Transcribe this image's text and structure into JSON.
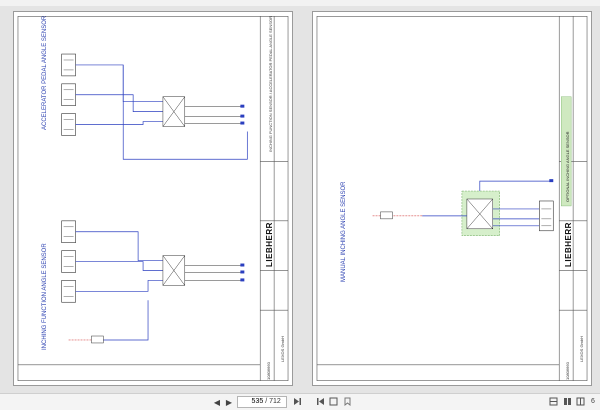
{
  "window": {
    "title": "LEXOS GmbH"
  },
  "left_page": {
    "section_top": "ACCELERATOR PEDAL ANGLE SENSOR",
    "section_bottom": "INCHING FUNCTION ANGLE SENSOR",
    "brand": "LIEBHERR",
    "company": "LEXOS GmbH",
    "sheet_title": "INCHING FUNCTION SENSOR / ACCELERATOR PEDAL ANGLE SENSOR",
    "doc_number": "10806660"
  },
  "right_page": {
    "section": "MANUAL INCHING ANGLE SENSOR",
    "highlight": "OPTIONAL INCHING ANGLE SENSOR",
    "brand": "LIEBHERR",
    "company": "LEXOS GmbH",
    "doc_number": "10806660"
  },
  "toolbar": {
    "prev": "◀",
    "next": "▶",
    "current_page": "535",
    "total_pages": "/ 712",
    "zoom": "6"
  },
  "icons": {
    "first": "first-page-icon",
    "last": "last-page-icon",
    "fit": "fit-page-icon",
    "view": "view-mode-icon",
    "bookmark": "bookmark-icon"
  }
}
